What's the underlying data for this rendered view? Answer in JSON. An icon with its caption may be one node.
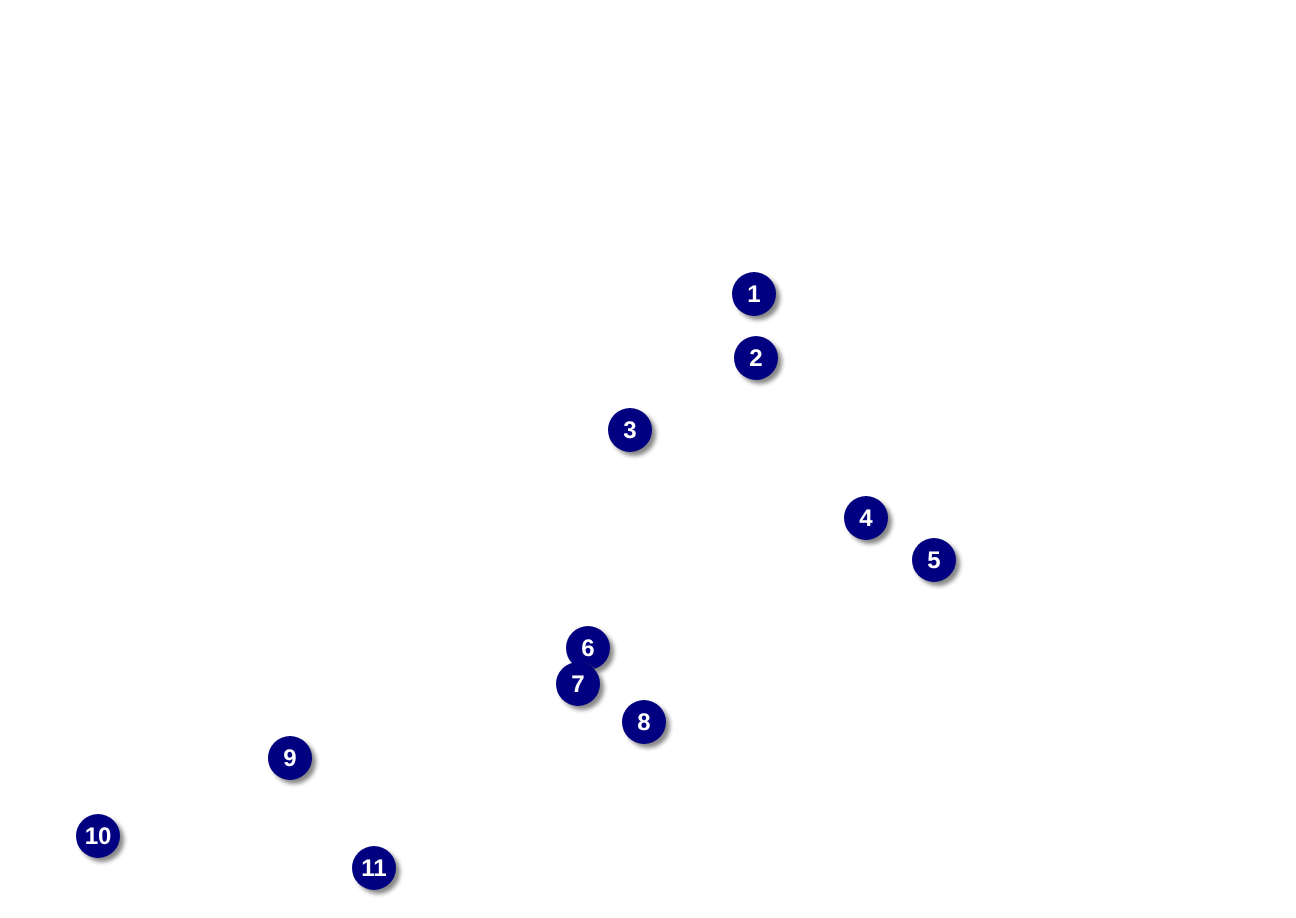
{
  "diagram": {
    "nodes": [
      {
        "text": [
          "1"
        ]
      },
      {
        "text": [
          "2"
        ]
      },
      {
        "text": [
          "3"
        ]
      },
      {
        "text": [
          "4"
        ]
      },
      {
        "text": [
          "5"
        ]
      },
      {
        "text": [
          "6"
        ]
      },
      {
        "text": [
          "7"
        ]
      },
      {
        "text": [
          "8"
        ]
      },
      {
        "text": [
          "9"
        ]
      },
      {
        "text": [
          "10"
        ]
      },
      {
        "text": [
          "11"
        ]
      }
    ]
  }
}
